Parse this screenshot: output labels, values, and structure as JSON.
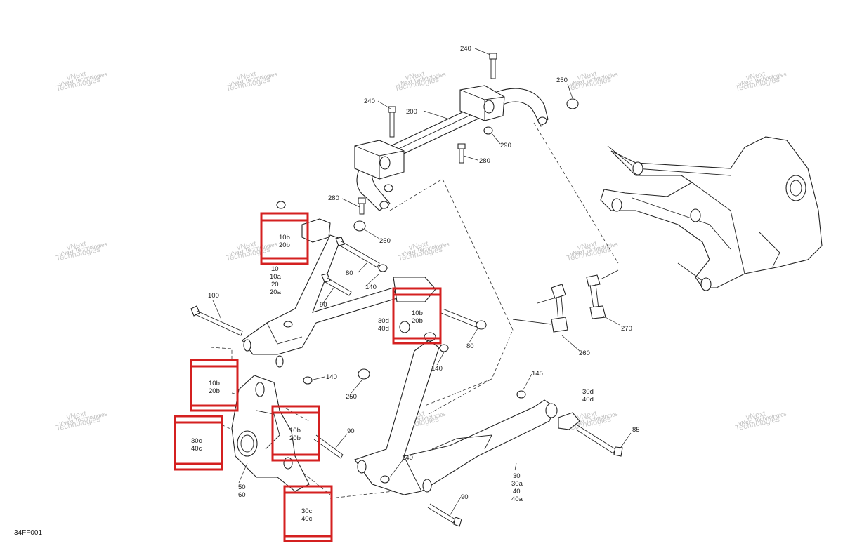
{
  "figure_code": "34FF001",
  "watermark": {
    "line1": "vNext",
    "line2": "Technologies",
    "small": "vNext Technologies"
  },
  "labels": {
    "l240a": "240",
    "l240b": "240",
    "l250a": "250",
    "l200": "200",
    "l290": "290",
    "l280a": "280",
    "l280b": "280",
    "l250b": "250",
    "l100": "100",
    "l10a": "10",
    "l10a2": "10a",
    "l20": "20",
    "l20a": "20a",
    "l80a": "80",
    "l140a": "140",
    "l90a": "90",
    "l30d": "30d",
    "l40d": "40d",
    "l80b": "80",
    "l140b": "140",
    "l140c": "140",
    "l250c": "250",
    "l260": "260",
    "l270": "270",
    "l145": "145",
    "l30d2": "30d",
    "l40d2": "40d",
    "l85": "85",
    "l90b": "90",
    "l140d": "140",
    "l50": "50",
    "l60": "60",
    "l30": "30",
    "l30a": "30a",
    "l40": "40",
    "l40a": "40a",
    "l90c": "90"
  },
  "highlights": [
    {
      "line1": "10b",
      "line2": "20b"
    },
    {
      "line1": "10b",
      "line2": "20b"
    },
    {
      "line1": "10b",
      "line2": "20b"
    },
    {
      "line1": "10b",
      "line2": "20b"
    },
    {
      "line1": "30c",
      "line2": "40c"
    },
    {
      "line1": "30c",
      "line2": "40c"
    }
  ],
  "colors": {
    "highlight": "#d42020",
    "line": "#222222",
    "watermark": "#b8b8b8"
  }
}
